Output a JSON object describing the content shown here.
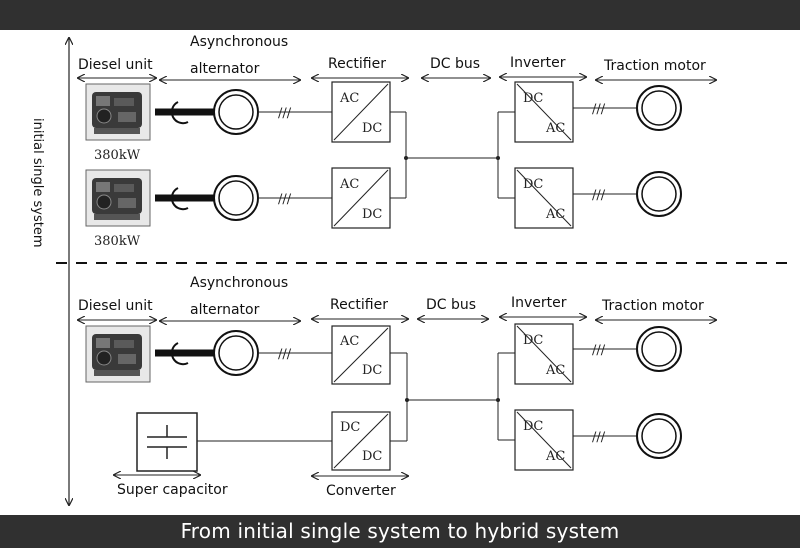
{
  "caption": "From initial single system to hybrid system",
  "side_label": "initial single  system",
  "top_section": {
    "headers": {
      "diesel": "Diesel unit",
      "async_line1": "Asynchronous",
      "async_line2": "alternator",
      "rectifier": "Rectifier",
      "dc_bus": "DC bus",
      "inverter": "Inverter",
      "traction": "Traction motor"
    },
    "engine_rating": "380kW",
    "engine_rating_2": "380kW"
  },
  "bottom_section": {
    "headers": {
      "diesel": "Diesel unit",
      "async_line1": "Asynchronous",
      "async_line2": "alternator",
      "rectifier": "Rectifier",
      "dc_bus": "DC bus",
      "inverter": "Inverter",
      "traction": "Traction motor"
    },
    "super_capacitor": "Super capacitor",
    "converter": "Converter"
  },
  "box_text": {
    "ac": "AC",
    "dc": "DC"
  }
}
